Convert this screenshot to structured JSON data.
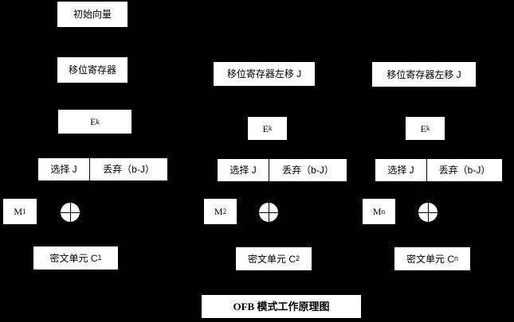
{
  "diagram": {
    "title": "OFB 模式工作原理图",
    "background_color": "#000000",
    "box_color": "#ffffff",
    "text_color": "#000000",
    "columns": [
      {
        "id": "stage-1",
        "iv_label": "初始向量",
        "shift_register_label": "移位寄存器",
        "encrypt_label": "E",
        "encrypt_sub": "k",
        "select_label": "选择 J",
        "discard_label": "丢弃（b-J）",
        "message_label": "M",
        "message_sub": "1",
        "xor_label": "xor-operator",
        "cipher_label": "密文单元 C",
        "cipher_sub": "1"
      },
      {
        "id": "stage-2",
        "shift_register_label": "移位寄存器左移 J",
        "encrypt_label": "E",
        "encrypt_sub": "k",
        "select_label": "选择 J",
        "discard_label": "丢弃（b-J）",
        "message_label": "M",
        "message_sub": "2",
        "xor_label": "xor-operator",
        "cipher_label": "密文单元 C",
        "cipher_sub": "2"
      },
      {
        "id": "stage-n",
        "shift_register_label": "移位寄存器左移 J",
        "encrypt_label": "E",
        "encrypt_sub": "k",
        "select_label": "选择 J",
        "discard_label": "丢弃（b-J）",
        "message_label": "M",
        "message_sub": "n",
        "xor_label": "xor-operator",
        "cipher_label": "密文单元 C",
        "cipher_sub": "n"
      }
    ]
  }
}
